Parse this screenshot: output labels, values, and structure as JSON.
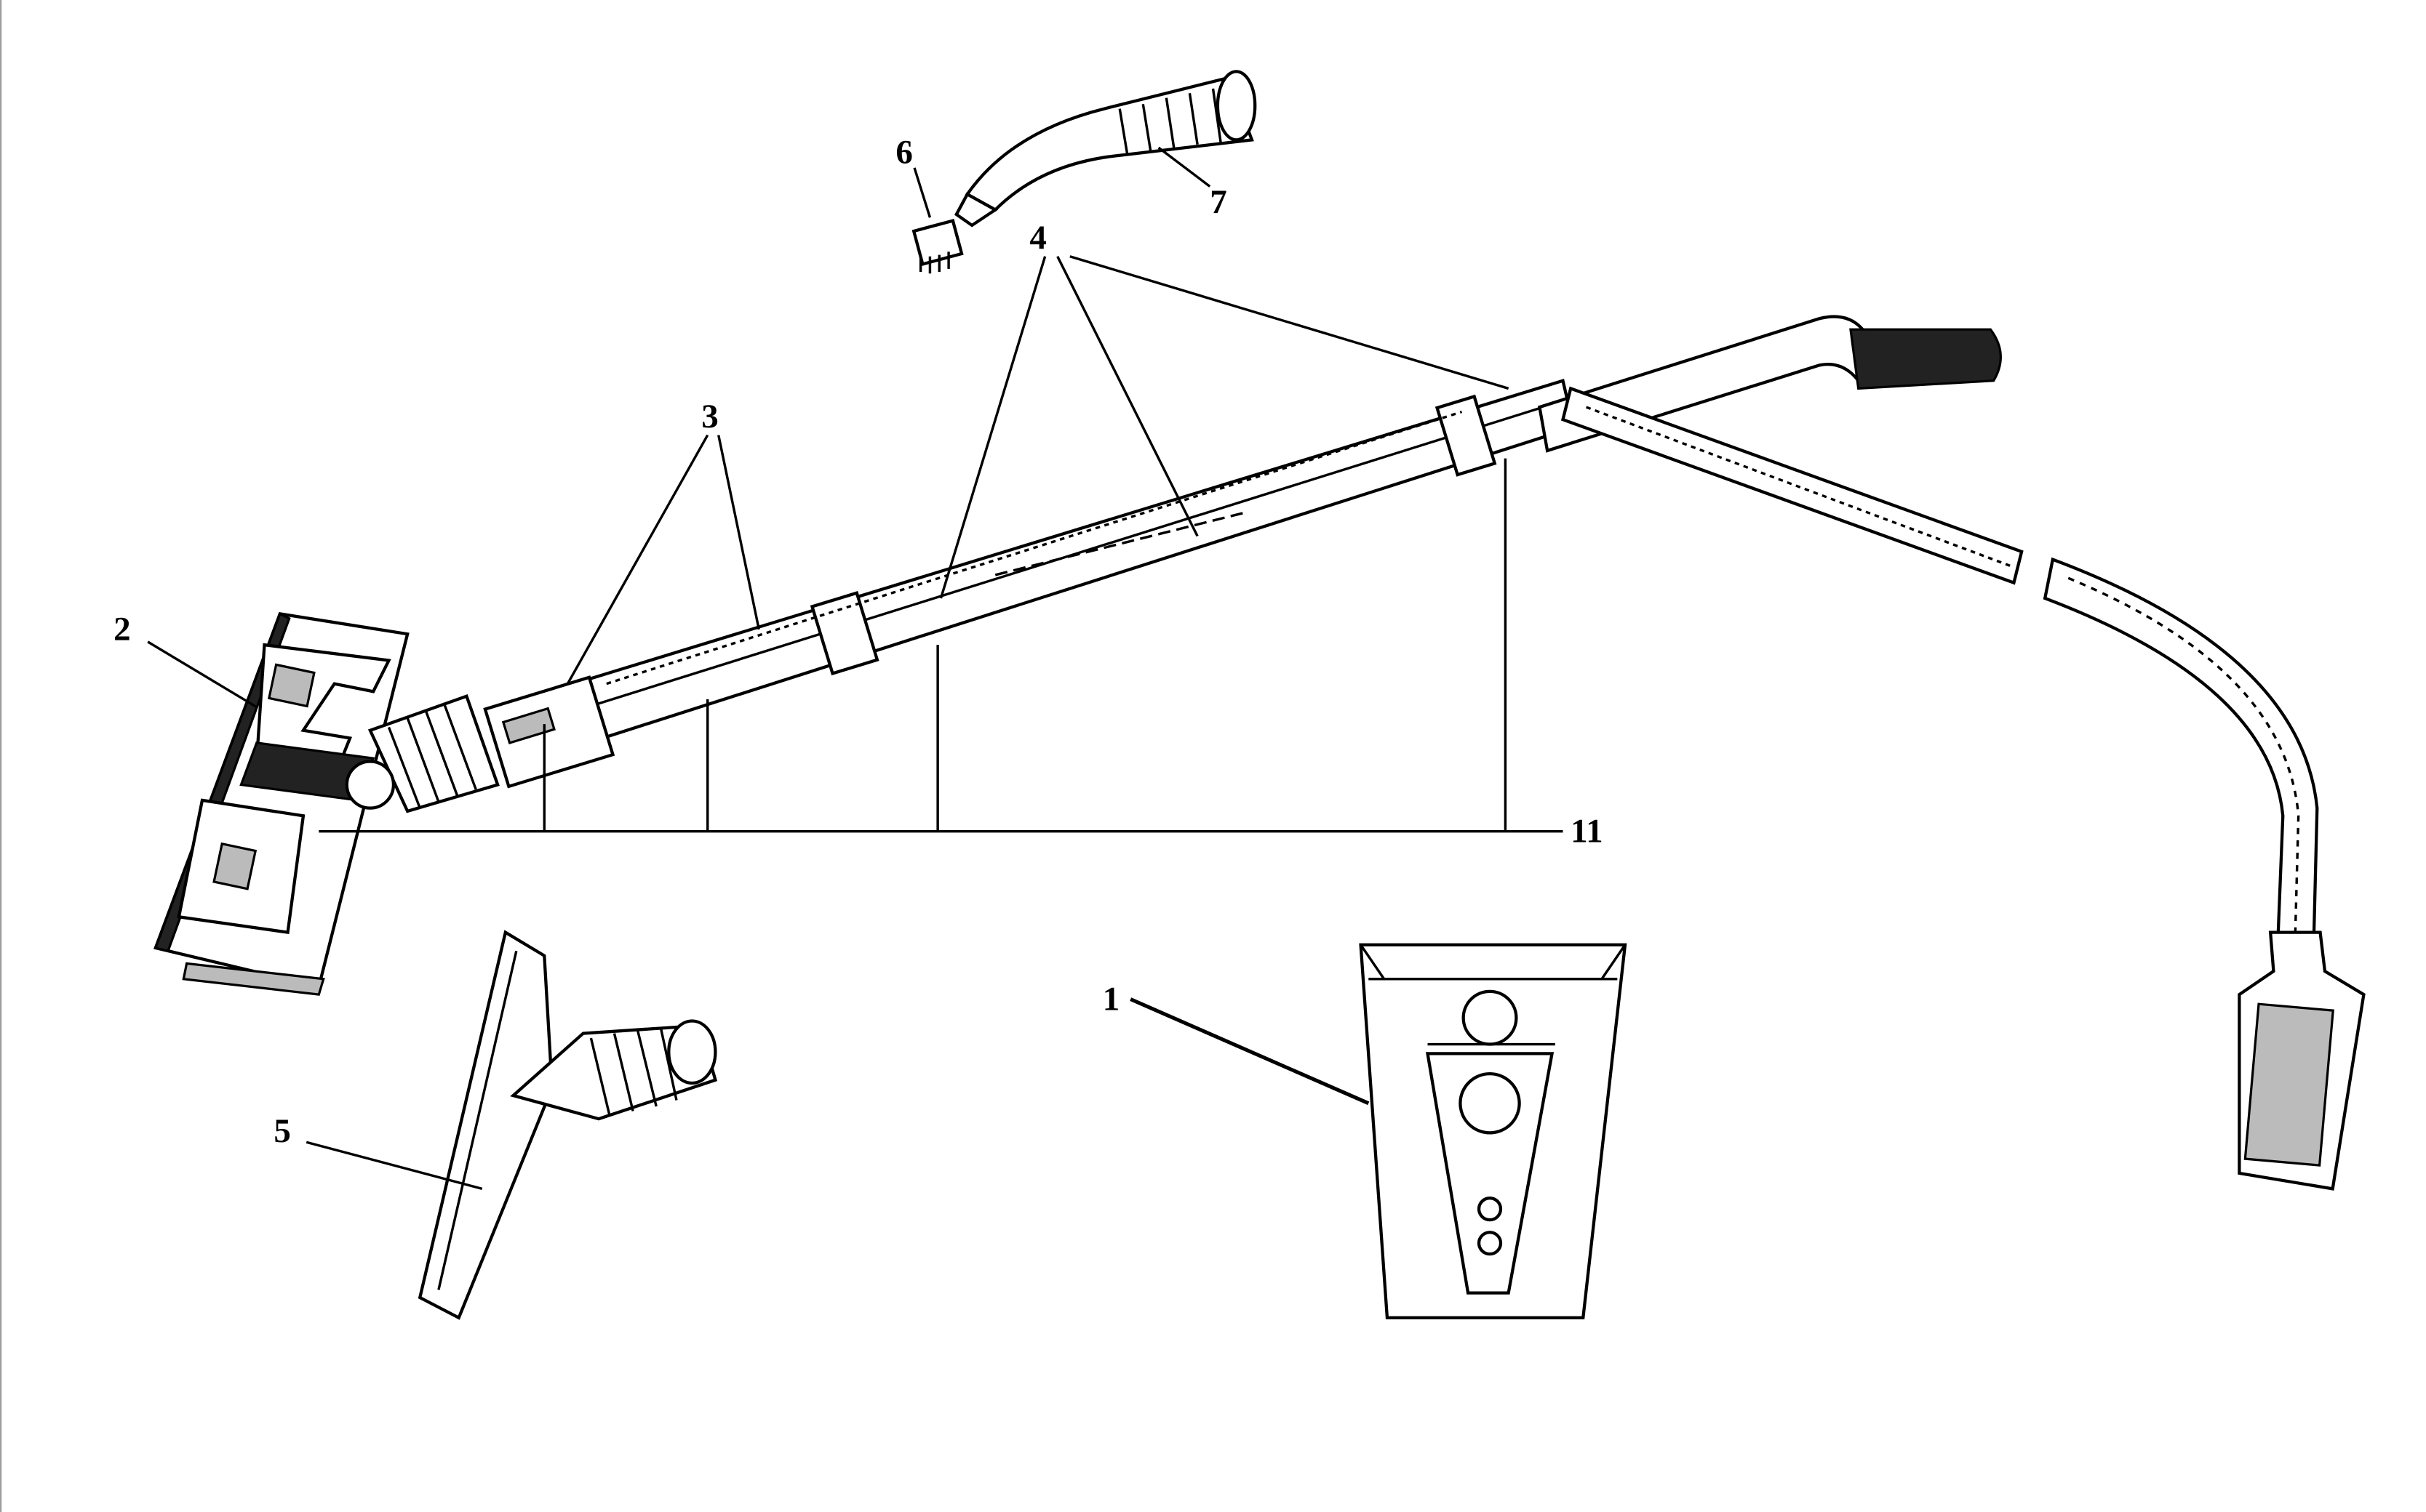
{
  "diagram": {
    "labels": {
      "part_1": "1",
      "part_2": "2",
      "part_3": "3",
      "part_4": "4",
      "part_5": "5",
      "part_6": "6",
      "part_7": "7",
      "part_11": "11"
    }
  }
}
